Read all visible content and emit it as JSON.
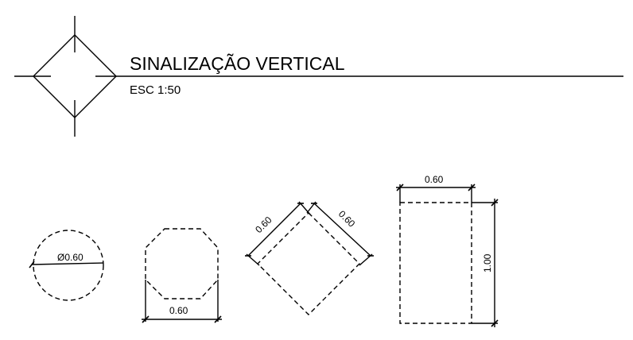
{
  "title": {
    "main": "SINALIZAÇÃO VERTICAL",
    "scale": "ESC 1:50"
  },
  "signs": {
    "circle": {
      "shape": "circle",
      "dimension_label": "Ø0.60"
    },
    "octagon": {
      "shape": "octagon",
      "dimension_label": "0.60"
    },
    "diamond": {
      "shape": "diamond",
      "dimension_label_left": "0.60",
      "dimension_label_right": "0.60"
    },
    "rectangle": {
      "shape": "rectangle",
      "width_label": "0.60",
      "height_label": "1.00"
    }
  },
  "colors": {
    "line": "#000000",
    "background": "#ffffff"
  }
}
